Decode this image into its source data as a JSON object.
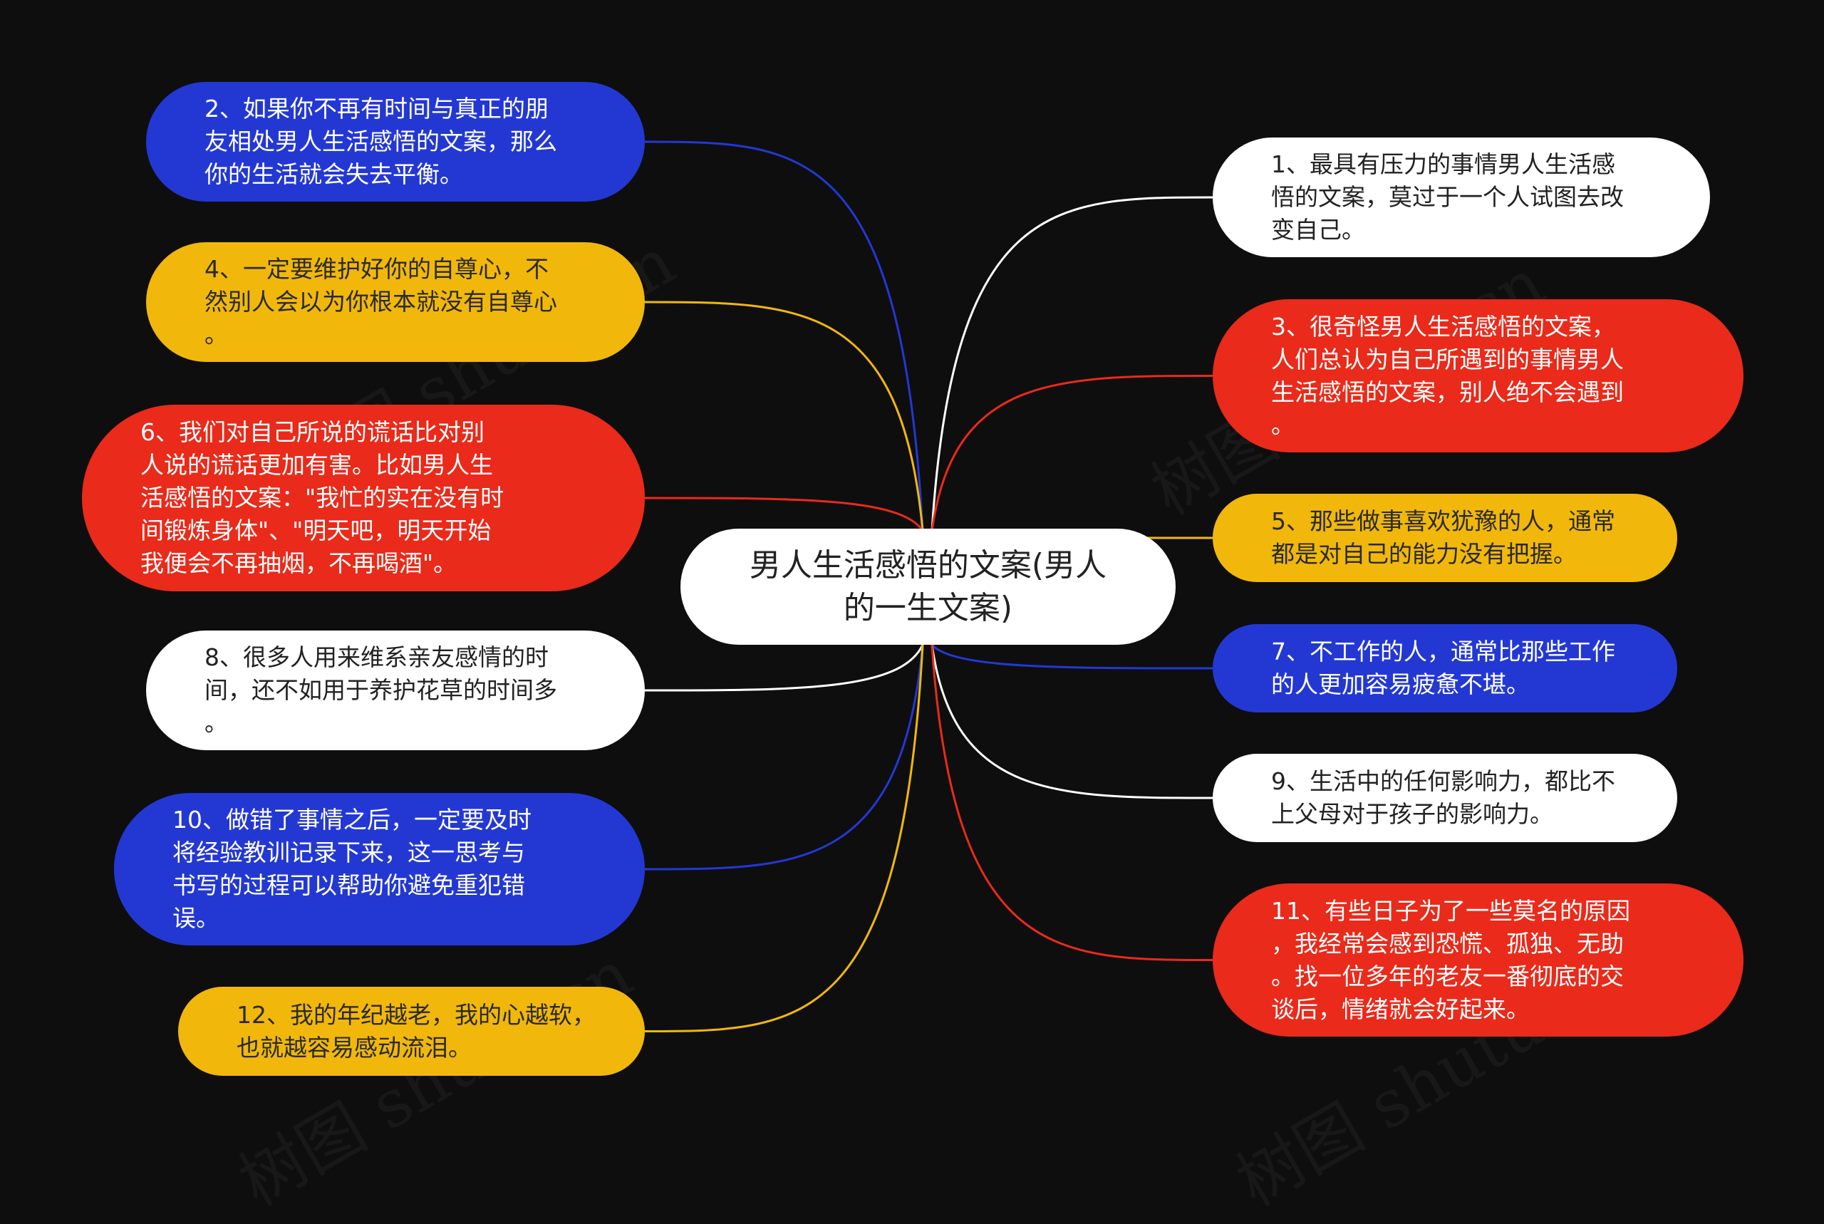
{
  "center": {
    "title": "男人生活感悟的文案(男人\n的一生文案)"
  },
  "nodes": [
    {
      "id": "n1",
      "color": "white",
      "text": "1、最具有压力的事情男人生活感\n悟的文案，莫过于一个人试图去改\n变自己。"
    },
    {
      "id": "n2",
      "color": "blue",
      "text": "2、如果你不再有时间与真正的朋\n友相处男人生活感悟的文案，那么\n你的生活就会失去平衡。"
    },
    {
      "id": "n3",
      "color": "red",
      "text": "3、很奇怪男人生活感悟的文案，\n人们总认为自己所遇到的事情男人\n生活感悟的文案，别人绝不会遇到\n。"
    },
    {
      "id": "n4",
      "color": "yellow",
      "text": "4、一定要维护好你的自尊心，不\n然别人会以为你根本就没有自尊心\n。"
    },
    {
      "id": "n5",
      "color": "yellow",
      "text": "5、那些做事喜欢犹豫的人，通常\n都是对自己的能力没有把握。"
    },
    {
      "id": "n6",
      "color": "red",
      "text": "6、我们对自己所说的谎话比对别\n人说的谎话更加有害。比如男人生\n活感悟的文案：\"我忙的实在没有时\n间锻炼身体\"、\"明天吧，明天开始\n我便会不再抽烟，不再喝酒\"。"
    },
    {
      "id": "n7",
      "color": "blue",
      "text": "7、不工作的人，通常比那些工作\n的人更加容易疲惫不堪。"
    },
    {
      "id": "n8",
      "color": "white",
      "text": "8、很多人用来维系亲友感情的时\n间，还不如用于养护花草的时间多\n。"
    },
    {
      "id": "n9",
      "color": "white",
      "text": "9、生活中的任何影响力，都比不\n上父母对于孩子的影响力。"
    },
    {
      "id": "n10",
      "color": "blue",
      "text": "10、做错了事情之后，一定要及时\n将经验教训记录下来，这一思考与\n书写的过程可以帮助你避免重犯错\n误。"
    },
    {
      "id": "n11",
      "color": "red",
      "text": "11、有些日子为了一些莫名的原因\n，我经常会感到恐慌、孤独、无助\n。找一位多年的老友一番彻底的交\n谈后，情绪就会好起来。"
    },
    {
      "id": "n12",
      "color": "yellow",
      "text": "12、我的年纪越老，我的心越软，\n也就越容易感动流泪。"
    }
  ],
  "colors": {
    "blue": "#2338d3",
    "yellow": "#f1b80b",
    "red": "#ea2a1a",
    "white": "#ffffff",
    "background": "#0e0e0f"
  },
  "watermark": "树图 shutu.cn"
}
